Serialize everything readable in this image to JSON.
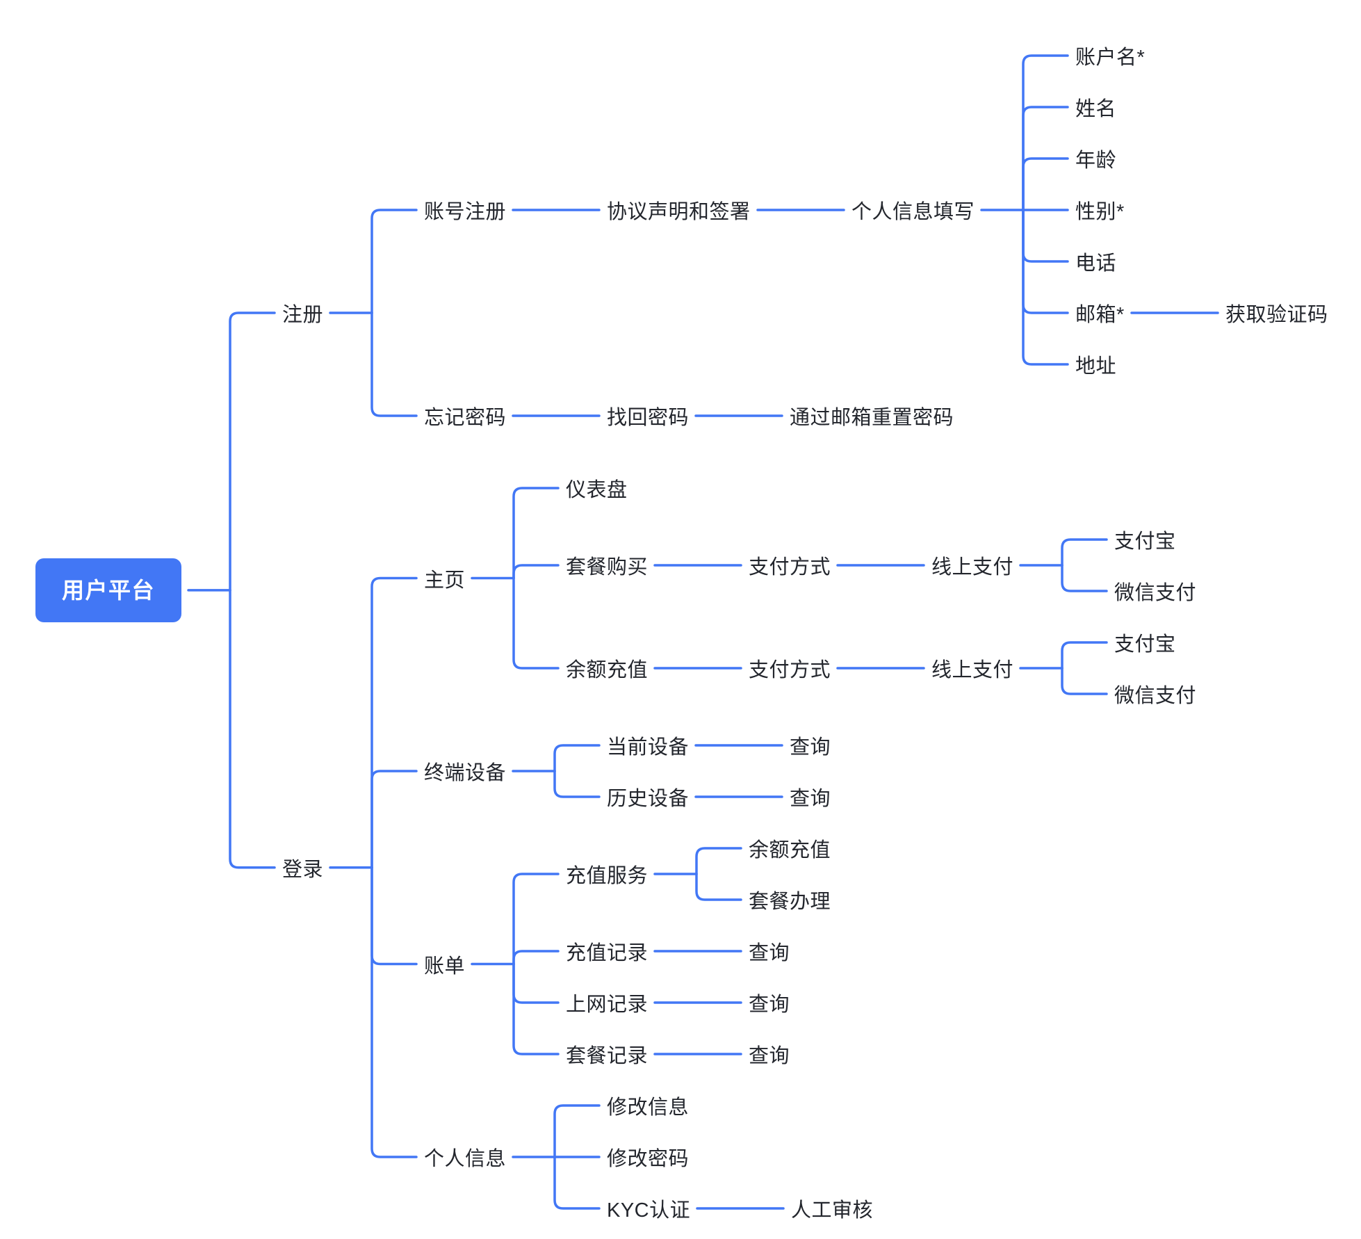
{
  "page_title": "用户平台",
  "diagram": {
    "colors": {
      "line": "#4277f5",
      "root_bg": "#4277f5",
      "root_text": "#ffffff",
      "node_text": "#23262d",
      "background": "#ffffff"
    },
    "root": {
      "label": "用户平台",
      "children": [
        {
          "label": "注册",
          "children": [
            {
              "label": "账号注册",
              "children": [
                {
                  "label": "协议声明和签署",
                  "children": [
                    {
                      "label": "个人信息填写",
                      "children": [
                        {
                          "label": "账户名*"
                        },
                        {
                          "label": "姓名"
                        },
                        {
                          "label": "年龄"
                        },
                        {
                          "label": "性别*"
                        },
                        {
                          "label": "电话"
                        },
                        {
                          "label": "邮箱*",
                          "children": [
                            {
                              "label": "获取验证码"
                            }
                          ]
                        },
                        {
                          "label": "地址"
                        }
                      ]
                    }
                  ]
                }
              ]
            },
            {
              "label": "忘记密码",
              "children": [
                {
                  "label": "找回密码",
                  "children": [
                    {
                      "label": "通过邮箱重置密码"
                    }
                  ]
                }
              ]
            }
          ]
        },
        {
          "label": "登录",
          "children": [
            {
              "label": "主页",
              "children": [
                {
                  "label": "仪表盘"
                },
                {
                  "label": "套餐购买",
                  "children": [
                    {
                      "label": "支付方式",
                      "children": [
                        {
                          "label": "线上支付",
                          "children": [
                            {
                              "label": "支付宝"
                            },
                            {
                              "label": "微信支付"
                            }
                          ]
                        }
                      ]
                    }
                  ]
                },
                {
                  "label": "余额充值",
                  "children": [
                    {
                      "label": "支付方式",
                      "children": [
                        {
                          "label": "线上支付",
                          "children": [
                            {
                              "label": "支付宝"
                            },
                            {
                              "label": "微信支付"
                            }
                          ]
                        }
                      ]
                    }
                  ]
                }
              ]
            },
            {
              "label": "终端设备",
              "children": [
                {
                  "label": "当前设备",
                  "children": [
                    {
                      "label": "查询"
                    }
                  ]
                },
                {
                  "label": "历史设备",
                  "children": [
                    {
                      "label": "查询"
                    }
                  ]
                }
              ]
            },
            {
              "label": "账单",
              "children": [
                {
                  "label": "充值服务",
                  "children": [
                    {
                      "label": "余额充值"
                    },
                    {
                      "label": "套餐办理"
                    }
                  ]
                },
                {
                  "label": "充值记录",
                  "children": [
                    {
                      "label": "查询"
                    }
                  ]
                },
                {
                  "label": "上网记录",
                  "children": [
                    {
                      "label": "查询"
                    }
                  ]
                },
                {
                  "label": "套餐记录",
                  "children": [
                    {
                      "label": "查询"
                    }
                  ]
                }
              ]
            },
            {
              "label": "个人信息",
              "children": [
                {
                  "label": "修改信息"
                },
                {
                  "label": "修改密码"
                },
                {
                  "label": "KYC认证",
                  "children": [
                    {
                      "label": "人工审核"
                    }
                  ]
                }
              ]
            }
          ]
        }
      ]
    }
  }
}
